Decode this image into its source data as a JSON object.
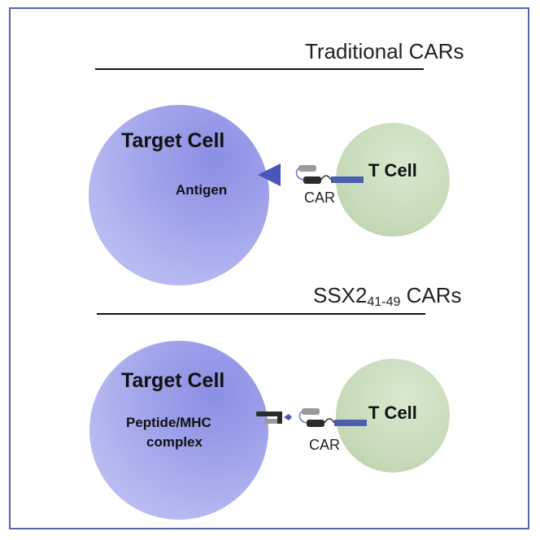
{
  "sections": [
    {
      "heading": "Traditional CARs",
      "heading_sub": "",
      "heading_suffix": "",
      "target_cell_label": "Target Cell",
      "target_marker_label": "Antigen",
      "t_cell_label": "T Cell",
      "receptor_label": "CAR"
    },
    {
      "heading": "SSX2",
      "heading_sub": "41-49",
      "heading_suffix": " CARs",
      "target_cell_label": "Target Cell",
      "target_marker_label_line1": "Peptide/MHC",
      "target_marker_label_line2": "complex",
      "t_cell_label": "T Cell",
      "receptor_label": "CAR"
    }
  ],
  "colors": {
    "frame": "#5566aa",
    "target_cell": "#a4a7ec",
    "t_cell": "#c9dcbc",
    "antigen": "#4a55b8",
    "car_signal": "#4a5fae"
  }
}
